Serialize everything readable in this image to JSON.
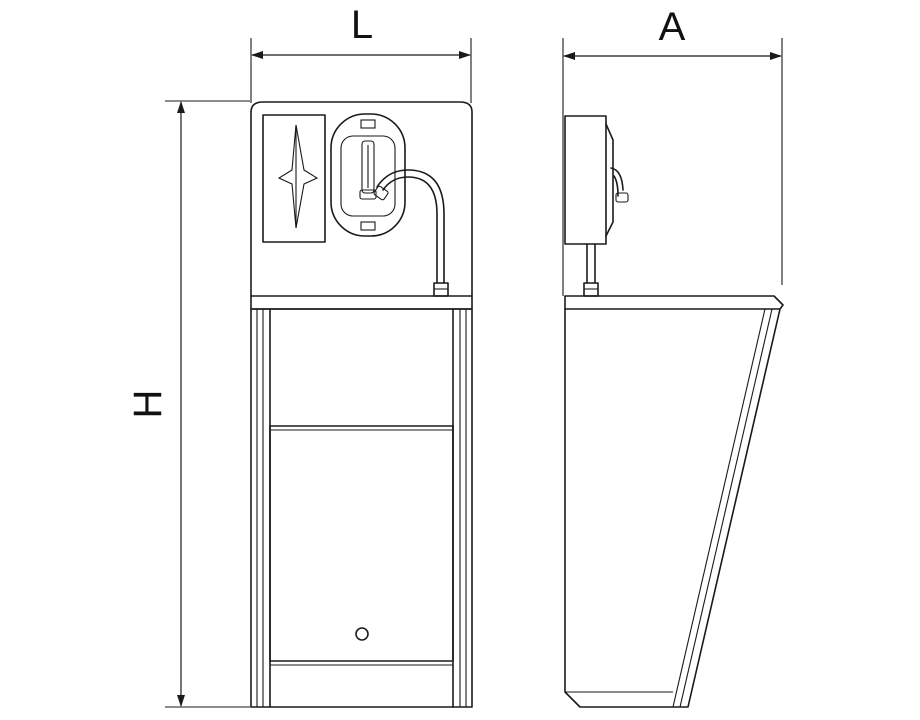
{
  "labels": {
    "width": "L",
    "depth": "A",
    "height": "H"
  },
  "colors": {
    "stroke": "#1a1a1a",
    "background": "#ffffff"
  }
}
